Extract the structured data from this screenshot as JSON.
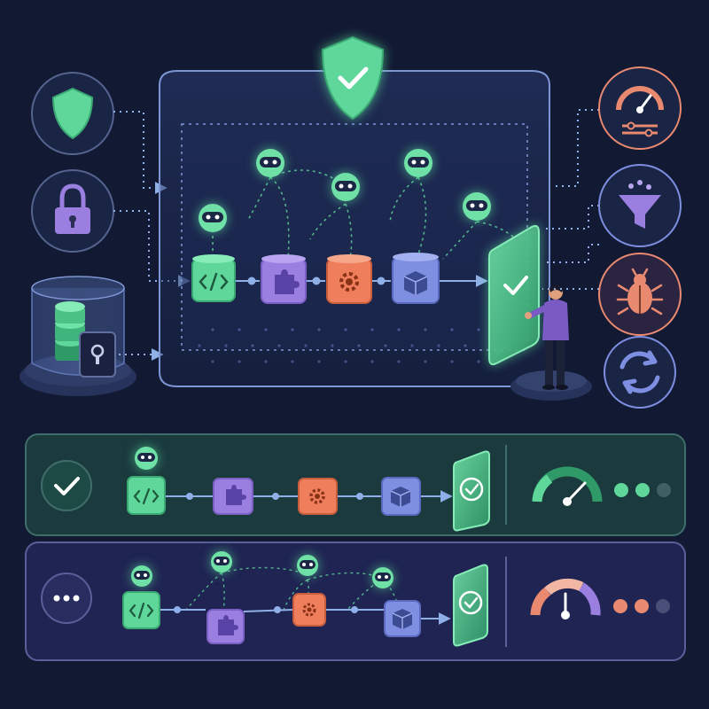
{
  "colors": {
    "background": "#121a33",
    "green": "#5fd79b",
    "green_dark": "#2f9a68",
    "purple": "#9a7fe0",
    "orange": "#ee7e5c",
    "blue": "#7e8fe2",
    "salmon": "#e98970",
    "chip_blue": "#3b4c92",
    "panel_border": "#6f86c9",
    "connector": "#8fb0e6"
  },
  "icons": {
    "left": [
      "shield-check-icon",
      "lock-icon",
      "vault-database-icon"
    ],
    "right": [
      "gauge-icon",
      "funnel-filter-icon",
      "bug-icon",
      "refresh-icon"
    ],
    "pipeline_stages": [
      "code-icon",
      "puzzle-icon",
      "gear-icon",
      "package-icon"
    ]
  },
  "rows": [
    {
      "status": "complete",
      "status_icon": "check-icon",
      "gauge": "healthy",
      "dots": [
        "green",
        "green",
        "dim"
      ]
    },
    {
      "status": "in-progress",
      "status_icon": "ellipsis-icon",
      "gauge": "mixed",
      "dots": [
        "salmon",
        "salmon",
        "dim"
      ]
    }
  ]
}
